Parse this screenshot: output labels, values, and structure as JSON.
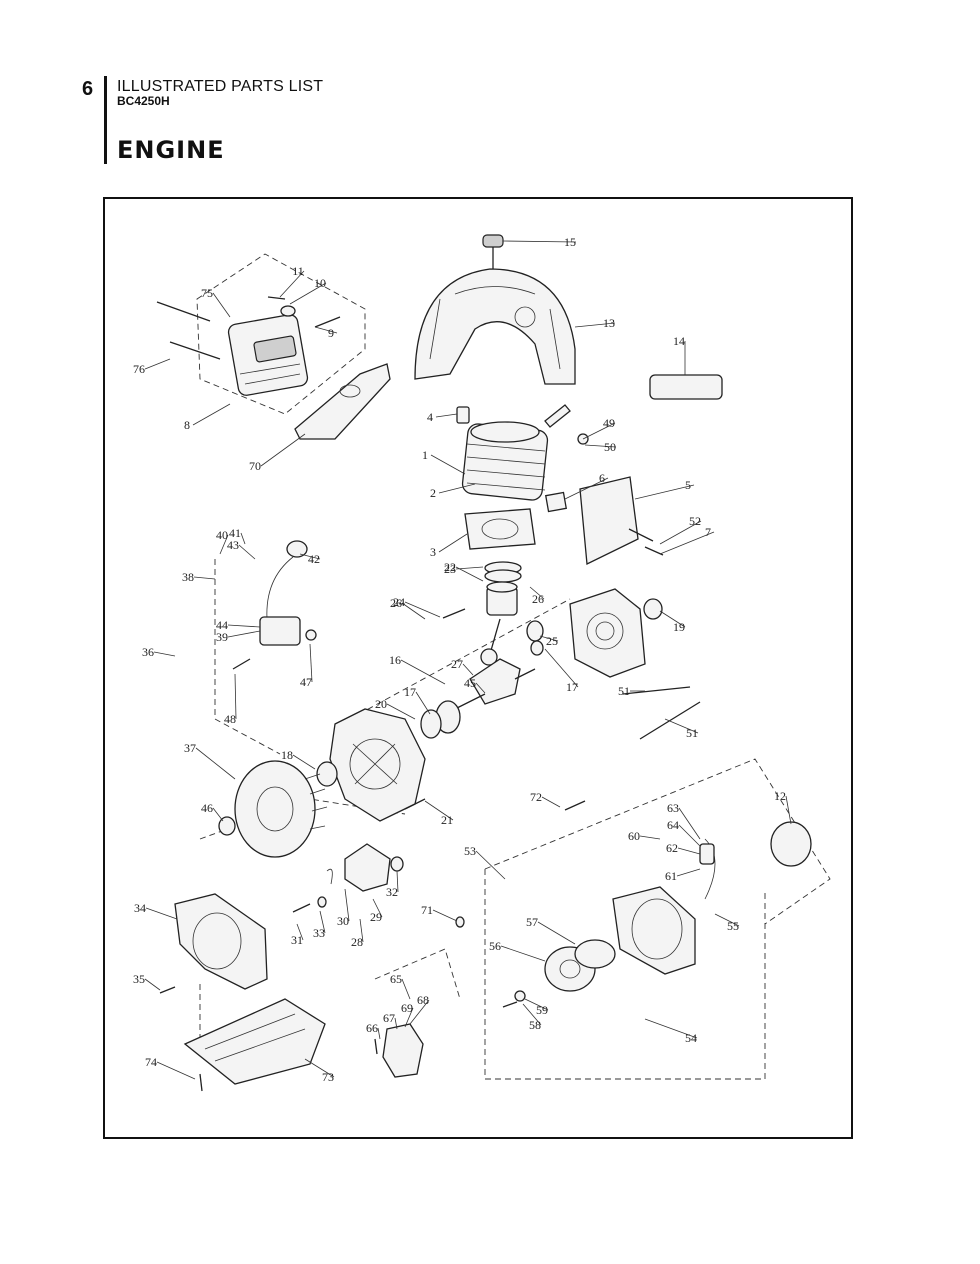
{
  "header": {
    "page_number": "6",
    "title": "ILLUSTRATED PARTS LIST",
    "model": "BC4250H"
  },
  "section": {
    "title": "ENGINE"
  },
  "diagram": {
    "callouts": [
      "1",
      "2",
      "3",
      "4",
      "5",
      "6",
      "7",
      "8",
      "9",
      "10",
      "11",
      "12",
      "13",
      "14",
      "15",
      "16",
      "17",
      "17",
      "18",
      "19",
      "20",
      "21",
      "22",
      "23",
      "24",
      "25",
      "26",
      "26",
      "27",
      "28",
      "29",
      "30",
      "31",
      "32",
      "33",
      "34",
      "35",
      "36",
      "37",
      "38",
      "39",
      "40",
      "41",
      "42",
      "43",
      "44",
      "45",
      "46",
      "47",
      "48",
      "49",
      "50",
      "51",
      "51",
      "52",
      "53",
      "54",
      "55",
      "56",
      "57",
      "58",
      "59",
      "60",
      "61",
      "62",
      "63",
      "64",
      "65",
      "66",
      "67",
      "68",
      "69",
      "70",
      "71",
      "72",
      "73",
      "74",
      "75",
      "76"
    ]
  }
}
